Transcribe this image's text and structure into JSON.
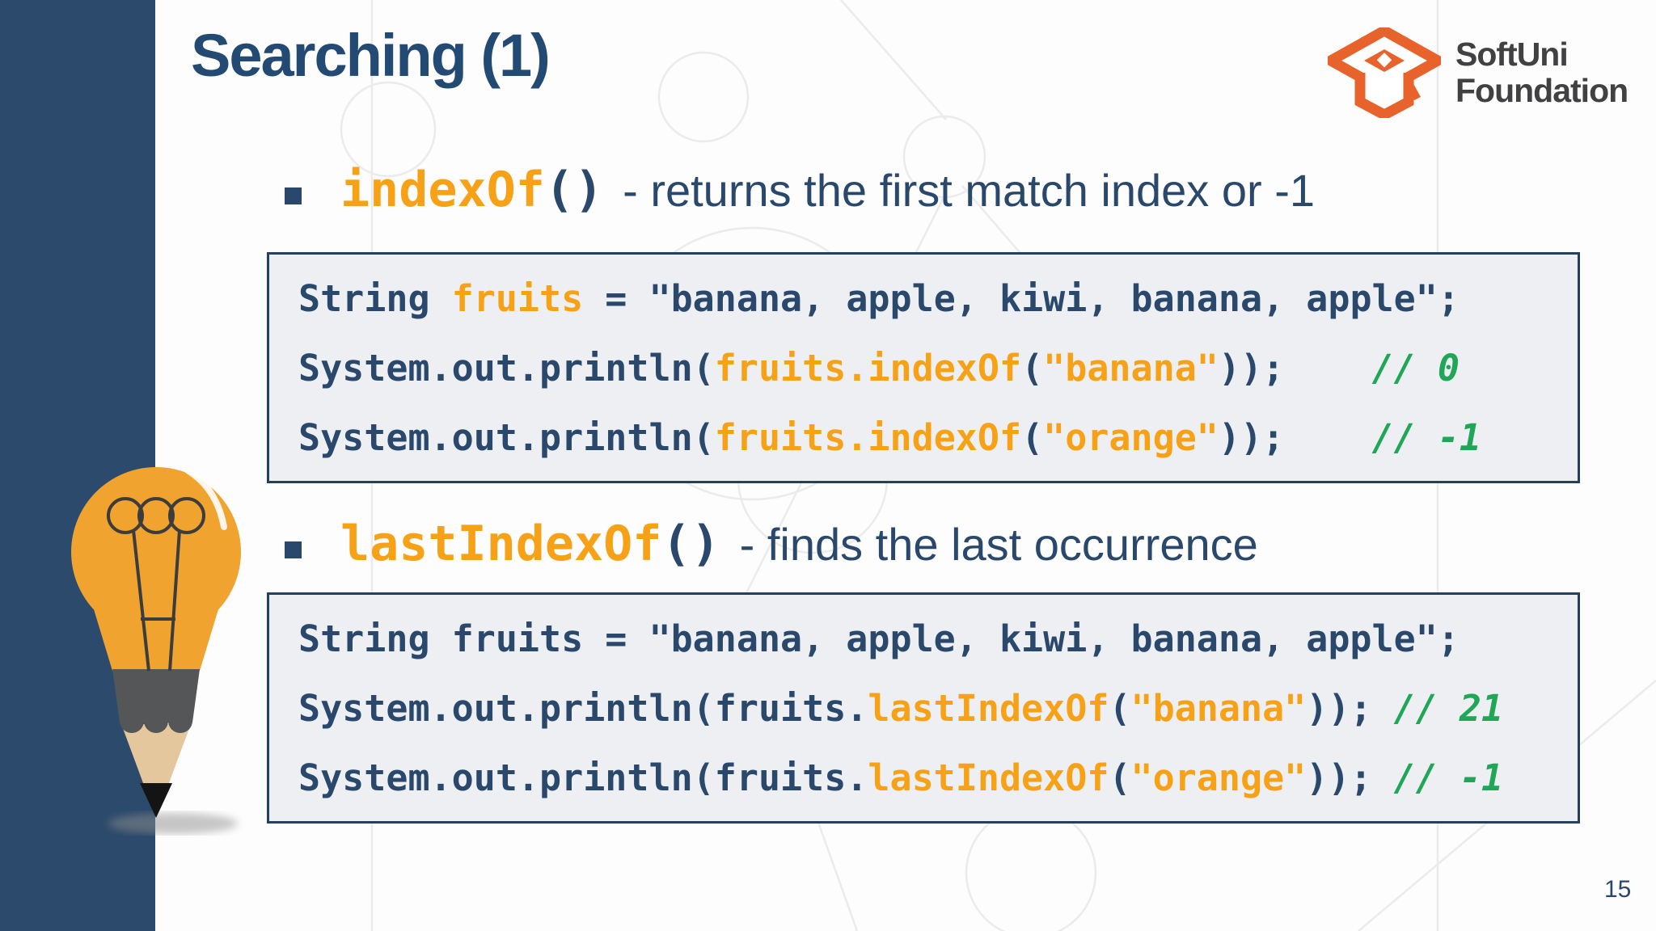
{
  "slide": {
    "title": "Searching (1)",
    "page_number": "15"
  },
  "logo": {
    "line1": "SoftUni",
    "line2": "Foundation",
    "icon": "graduation-cap"
  },
  "icons": {
    "bullet": "navy-square",
    "illustration": "lightbulb-pencil"
  },
  "bullets": [
    {
      "method": "indexOf",
      "parens": "()",
      "desc": "- returns the first match index or -1"
    },
    {
      "method": "lastIndexOf",
      "parens": "()",
      "desc": "- finds the last occurrence"
    }
  ],
  "code_blocks": [
    {
      "lines": [
        [
          {
            "t": "String ",
            "s": "n"
          },
          {
            "t": "fruits",
            "s": "o"
          },
          {
            "t": " = ",
            "s": "n"
          },
          {
            "t": "\"banana, apple, kiwi, banana, apple\";",
            "s": "n"
          }
        ],
        [
          {
            "t": "System.out.println(",
            "s": "n"
          },
          {
            "t": "fruits.indexOf",
            "s": "o"
          },
          {
            "t": "(",
            "s": "n"
          },
          {
            "t": "\"banana\"",
            "s": "o"
          },
          {
            "t": "));",
            "s": "n"
          },
          {
            "t": "    ",
            "s": "n"
          },
          {
            "t": "// 0",
            "s": "c"
          }
        ],
        [
          {
            "t": "System.out.println(",
            "s": "n"
          },
          {
            "t": "fruits.indexOf",
            "s": "o"
          },
          {
            "t": "(",
            "s": "n"
          },
          {
            "t": "\"orange\"",
            "s": "o"
          },
          {
            "t": "));",
            "s": "n"
          },
          {
            "t": "    ",
            "s": "n"
          },
          {
            "t": "// -1",
            "s": "c"
          }
        ]
      ]
    },
    {
      "lines": [
        [
          {
            "t": "String fruits = \"banana, apple, kiwi, banana, apple\";",
            "s": "n"
          }
        ],
        [
          {
            "t": "System.out.println(fruits.",
            "s": "n"
          },
          {
            "t": "lastIndexOf",
            "s": "o"
          },
          {
            "t": "(",
            "s": "n"
          },
          {
            "t": "\"banana\"",
            "s": "o"
          },
          {
            "t": "));",
            "s": "n"
          },
          {
            "t": " ",
            "s": "n"
          },
          {
            "t": "// 21",
            "s": "c"
          }
        ],
        [
          {
            "t": "System.out.println(fruits.",
            "s": "n"
          },
          {
            "t": "lastIndexOf",
            "s": "o"
          },
          {
            "t": "(",
            "s": "n"
          },
          {
            "t": "\"orange\"",
            "s": "o"
          },
          {
            "t": "));",
            "s": "n"
          },
          {
            "t": " ",
            "s": "n"
          },
          {
            "t": "// -1",
            "s": "c"
          }
        ]
      ]
    }
  ],
  "colors": {
    "navy": "#29486b",
    "title_navy": "#234a72",
    "border_navy": "#24405e",
    "orange": "#f7a117",
    "green": "#1fa656",
    "sidebar": "#2c4a6b",
    "code_bg": "#edeff2",
    "logo_orange": "#e8632c",
    "logo_gray": "#414042",
    "decor_gray": "#ebebeb"
  }
}
